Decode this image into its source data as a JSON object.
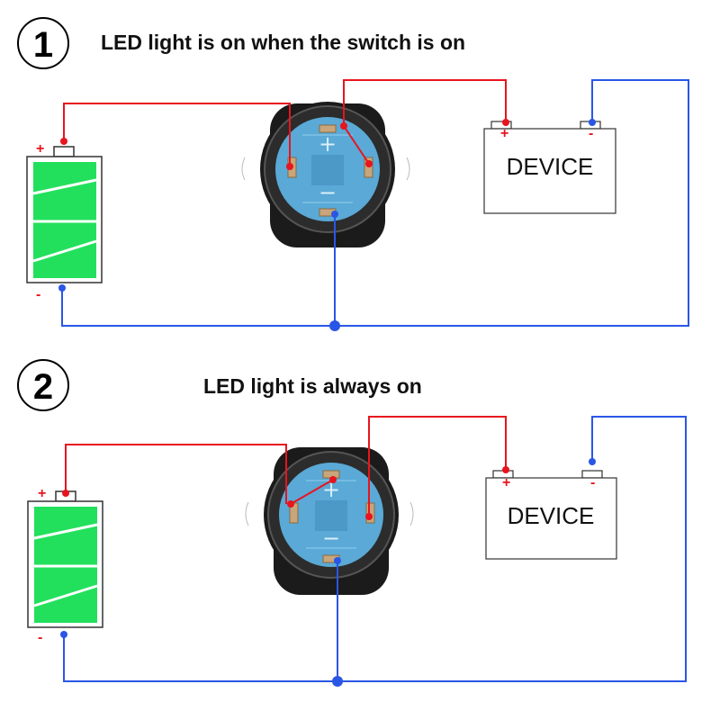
{
  "colors": {
    "wire_positive": "#e8141e",
    "wire_negative": "#2a56e6",
    "battery_fill": "#22e05c",
    "switch_face": "#5aa9d6",
    "switch_body": "#1b1b1b"
  },
  "diagrams": [
    {
      "number": "1",
      "caption": "LED light is on when the switch is on",
      "device_label": "DEVICE",
      "battery_plus": "+",
      "battery_minus": "-",
      "device_plus": "+",
      "device_minus": "-",
      "switch_plus": "+",
      "switch_minus": "−"
    },
    {
      "number": "2",
      "caption": "LED light is always on",
      "device_label": "DEVICE",
      "battery_plus": "+",
      "battery_minus": "-",
      "device_plus": "+",
      "device_minus": "-",
      "switch_plus": "+",
      "switch_minus": "−"
    }
  ]
}
